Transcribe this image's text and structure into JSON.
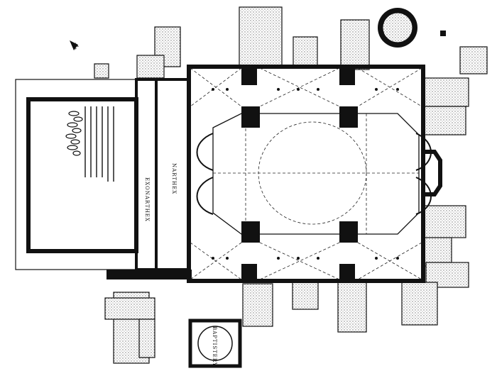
{
  "plan": {
    "labels": {
      "exonarthex": "EXONARTHEX",
      "narthex": "NARTHEX",
      "baptistery": "BAPTISTERY"
    },
    "north_marker": "N"
  },
  "colors": {
    "ink": "#111111",
    "stipple": "#9a9a9a",
    "paper": "#ffffff"
  }
}
